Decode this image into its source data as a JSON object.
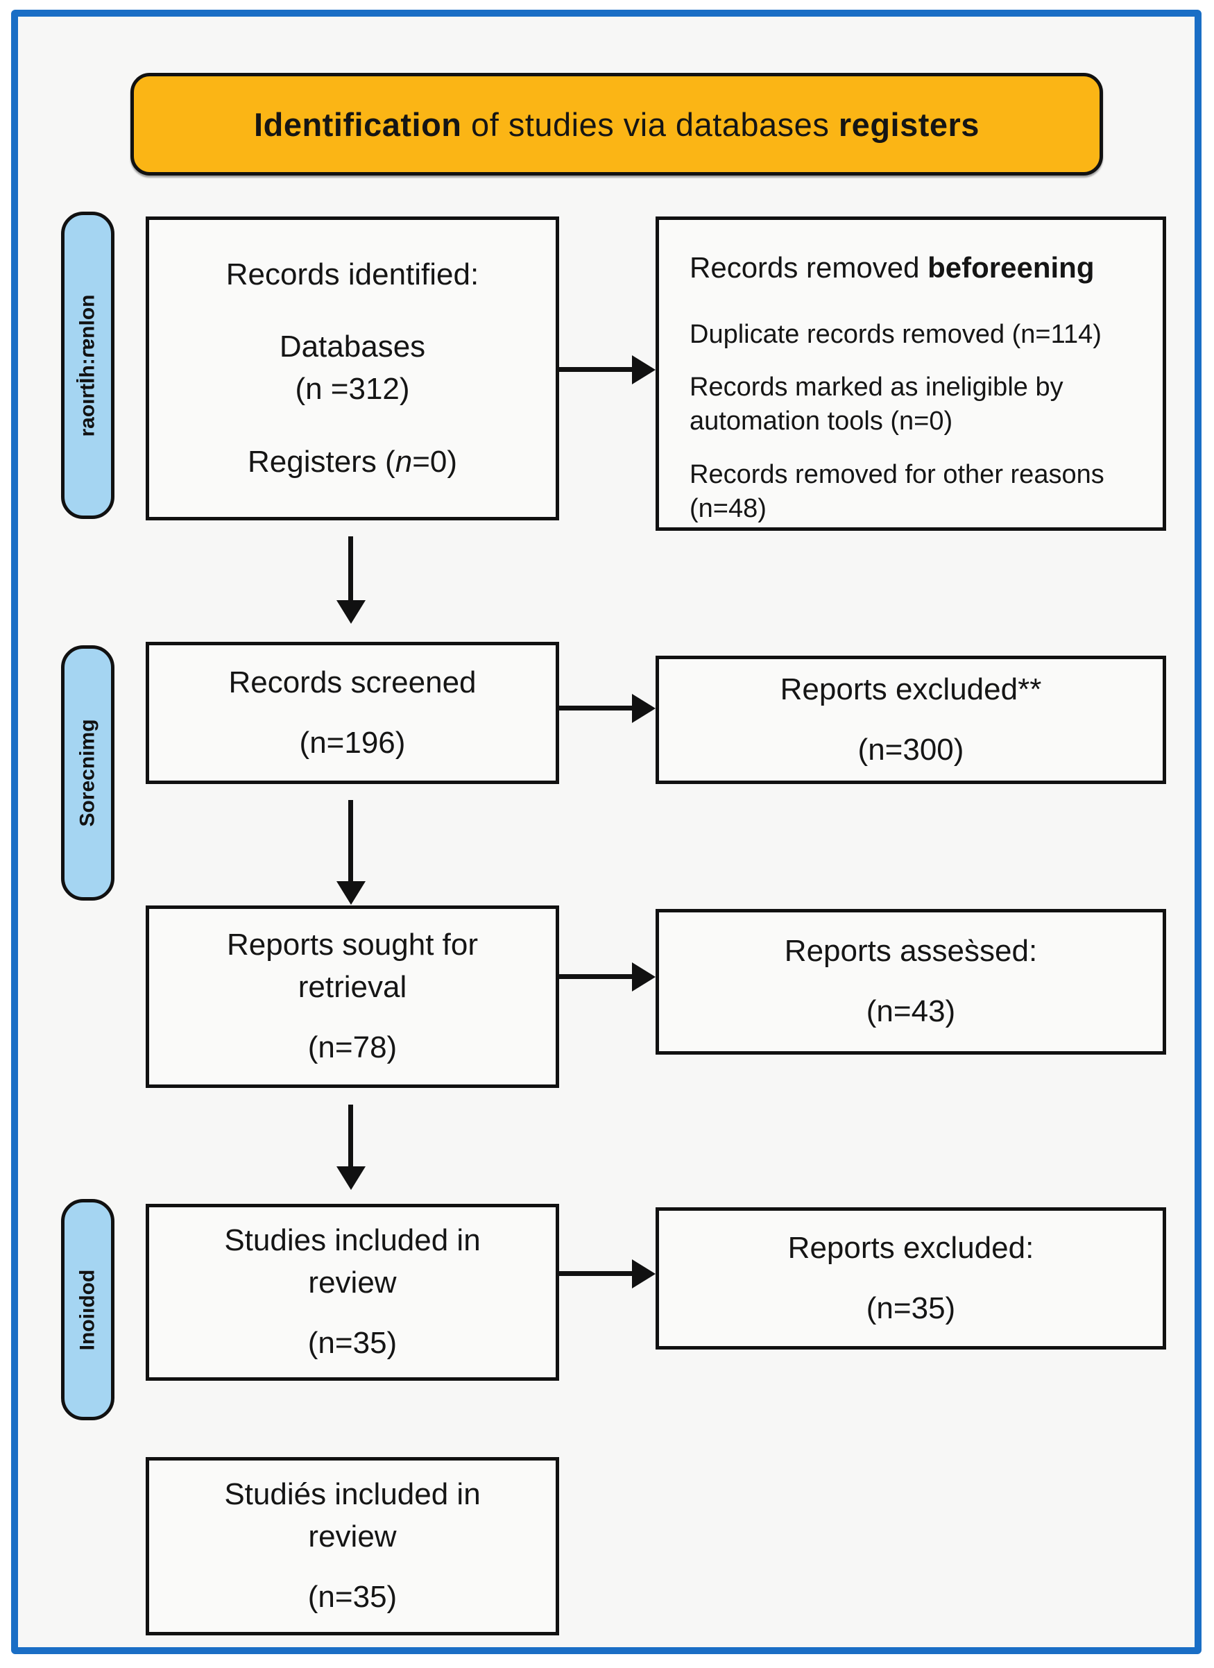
{
  "title": {
    "part1": "Identification",
    "part2": " of studies via databases ",
    "part3": "registers"
  },
  "sidebar": {
    "tabs": [
      {
        "label": "raoırtİh:ɾɐnlon"
      },
      {
        "label": "Sorecnimg"
      },
      {
        "label": "Inoiıdod"
      }
    ]
  },
  "flow": {
    "records_identified": {
      "heading": "Records identified:",
      "source1": "Databases",
      "source1_n": "(n =312)",
      "source2_prefix": "Registers (",
      "source2_n": "n",
      "source2_suffix": "=0)"
    },
    "records_removed": {
      "heading_normal": "Records removed ",
      "heading_bold": "beforeening",
      "items": [
        "Duplicate records removed (n=114)",
        "Records marked as ineligible by automation tools (n=0)",
        "Records removed for other reasons (n=48)"
      ]
    },
    "records_screened": {
      "line1": "Records screened",
      "line2": "(n=196)"
    },
    "reports_excluded_screening": {
      "line1": "Reports excluded**",
      "line2": "(n=300)"
    },
    "reports_sought": {
      "line1": "Reports sought for",
      "line2": "retrieval",
      "line3": "(n=78)"
    },
    "reports_assessed": {
      "line1": "Reports asses̀sed:",
      "line2": "(n=43)"
    },
    "studies_included": {
      "line1": "Studies included in",
      "line2": "review",
      "line3": "(n=35)"
    },
    "reports_excluded_eligibility": {
      "line1": "Reports excluded:",
      "line2": "(n=35)"
    },
    "studies_included_final": {
      "line1": "Studiés included in",
      "line2": "review",
      "line3": "(n=35)"
    }
  },
  "colors": {
    "accent_yellow": "#fbb515",
    "accent_blue_tab": "#a5d5f2",
    "frame_blue": "#1a6ec5"
  }
}
